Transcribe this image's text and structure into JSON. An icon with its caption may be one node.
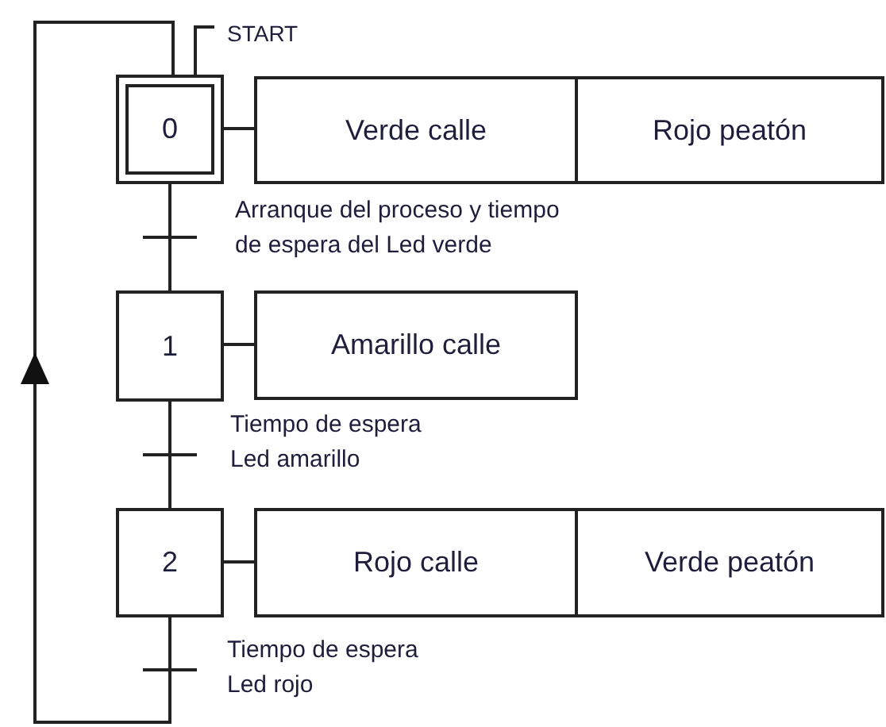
{
  "diagram": {
    "nodes": [
      {
        "text": [
          "0"
        ]
      },
      {
        "text": [
          "Verde calle"
        ]
      },
      {
        "text": [
          "Rojo peatón"
        ]
      },
      {
        "text": [
          "1"
        ]
      },
      {
        "text": [
          "Amarillo calle"
        ]
      },
      {
        "text": [
          "2"
        ]
      },
      {
        "text": [
          "Rojo calle"
        ]
      },
      {
        "text": [
          "Verde peatón"
        ]
      },
      {
        "text": [
          "START"
        ]
      }
    ],
    "edges": [
      {
        "from": 8,
        "to": 0,
        "arrow": "none"
      },
      {
        "from": 0,
        "to": 1,
        "arrow": "none"
      },
      {
        "from": 0,
        "to": 3,
        "arrow": "none",
        "label": "Arranque del proceso y tiempo de espera del Led verde"
      },
      {
        "from": 3,
        "to": 4,
        "arrow": "none"
      },
      {
        "from": 3,
        "to": 5,
        "arrow": "none",
        "label": "Tiempo de espera Led amarillo"
      },
      {
        "from": 5,
        "to": 6,
        "arrow": "none"
      },
      {
        "from": 5,
        "to": 0,
        "arrow": "to",
        "label": "Tiempo de espera Led rojo"
      }
    ]
  }
}
